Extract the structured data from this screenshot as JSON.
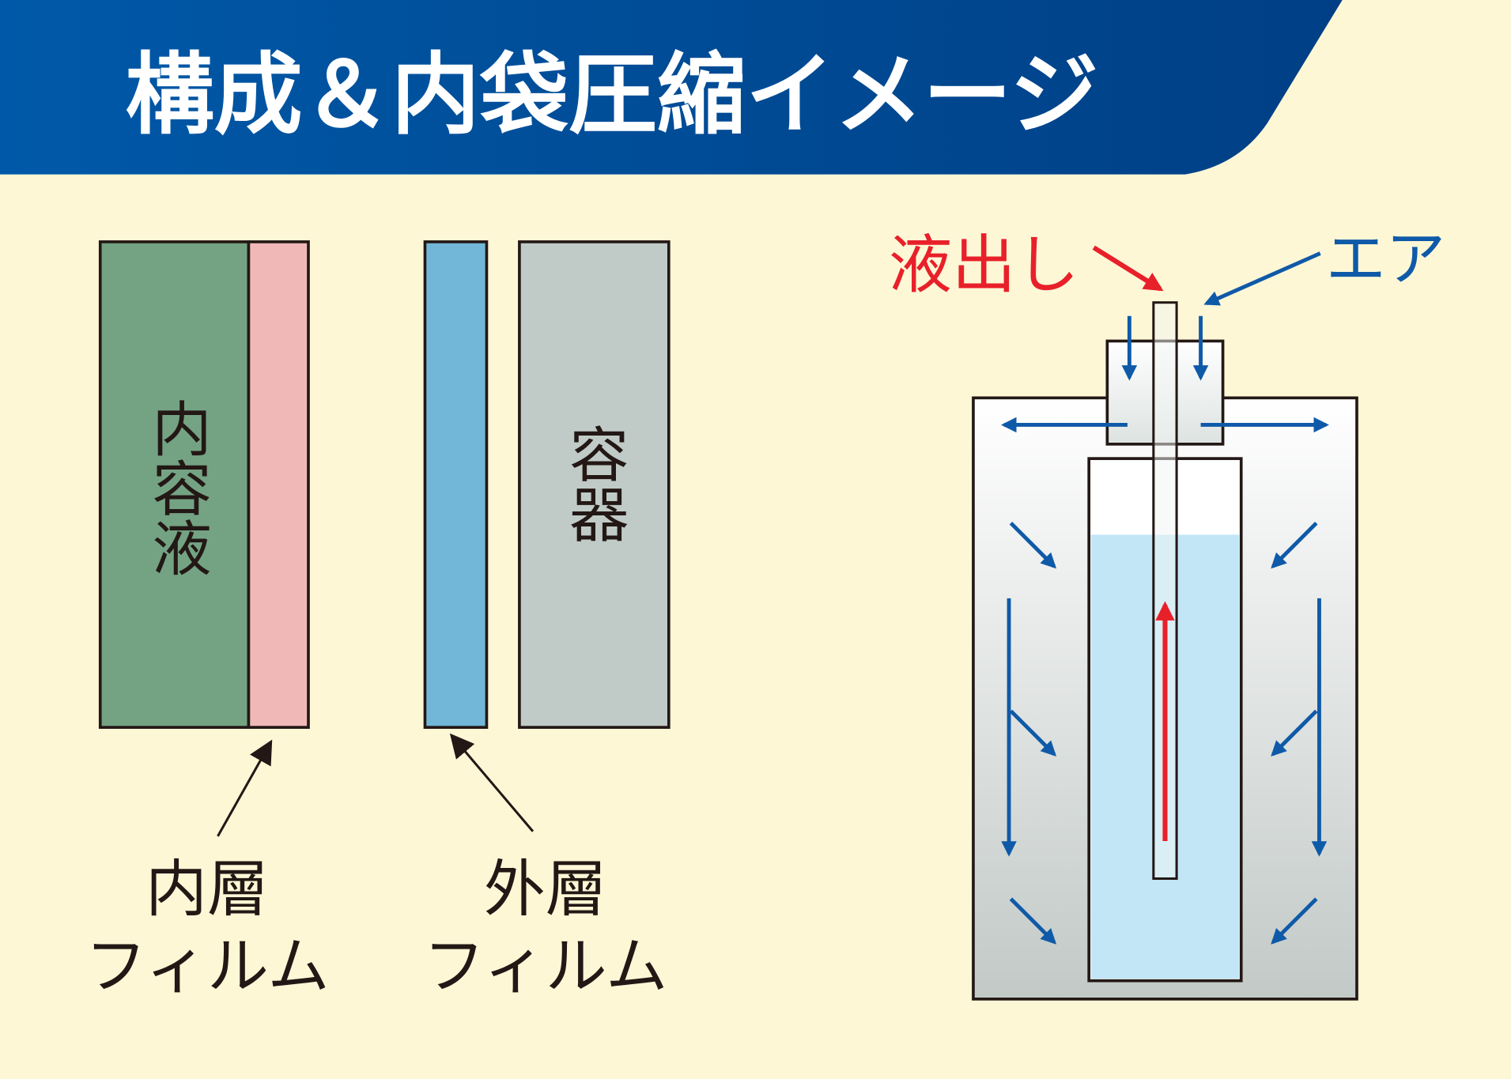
{
  "title": "構成＆内袋圧縮イメージ",
  "left_diagram": {
    "contents_label": "内容液",
    "container_label": "容器",
    "inner_film_label_line1": "内層",
    "inner_film_label_line2": "フィルム",
    "outer_film_label_line1": "外層",
    "outer_film_label_line2": "フィルム"
  },
  "right_diagram": {
    "liquid_out_label": "液出し",
    "air_label": "エア"
  },
  "colors": {
    "header_blue": "#0052a0",
    "background": "#fdf7d6",
    "contents_green": "#74a384",
    "inner_film_pink": "#f0b9b7",
    "outer_film_blue": "#72b7d8",
    "container_gray": "#c0cbc7",
    "liquid_blue": "#c3e6f7",
    "air_arrow": "#0f5aa8",
    "liquid_arrow": "#e8202a"
  }
}
